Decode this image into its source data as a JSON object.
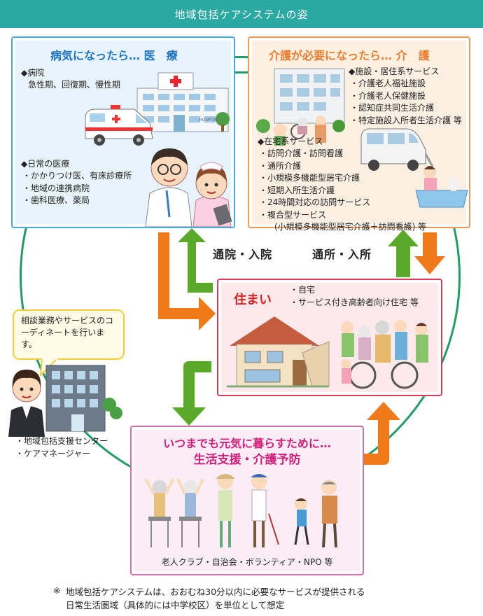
{
  "page_title": "地域包括ケアシステムの姿",
  "medical": {
    "title": "病気になったら… 医　療",
    "hospital_header": "◆病院",
    "hospital_items": "急性期、回復期、慢性期",
    "daily_header": "◆日常の医療",
    "daily_items": [
      "・かかりつけ医、有床診療所",
      "・地域の連携病院",
      "・歯科医療、薬局"
    ],
    "ambulance_label": "HOSPITAL"
  },
  "care": {
    "title": "介護が必要になったら… 介　護",
    "facility_header": "◆施設・居住系サービス",
    "facility_items": [
      "・介護老人福祉施設",
      "・介護老人保健施設",
      "・認知症共同生活介護",
      "・特定施設入所者生活介護 等"
    ],
    "home_header": "◆在宅系サービス",
    "home_items": [
      "・訪問介護・訪問看護",
      "・通所介護",
      "・小規模多機能型居宅介護",
      "・短期入所生活介護",
      "・24時間対応の訪問サービス",
      "・複合型サービス"
    ],
    "home_items_extra": "(小規模多機能型居宅介護＋訪問看護) 等"
  },
  "flows": {
    "left": "通院・入院",
    "right": "通所・入所"
  },
  "housing": {
    "title": "住まい",
    "items": [
      "・自宅",
      "・サービス付き高齢者向け住宅 等"
    ]
  },
  "center": {
    "bubble": "相談業務やサービスのコーディネートを行います。",
    "items": [
      "・地域包括支援センター",
      "・ケアマネージャー"
    ]
  },
  "prevention": {
    "title1": "いつまでも元気に暮らすために…",
    "title2": "生活支援・介護予防",
    "caption": "老人クラブ・自治会・ボランティア・NPO 等"
  },
  "footnote": {
    "mark": "※",
    "line1": "地域包括ケアシステムは、おおむね30分以内に必要なサービスが提供される",
    "line2": "日常生活圏域（具体的には中学校区）を単位として想定"
  },
  "colors": {
    "banner": "#2aa8a2",
    "circle": "#1f9d62",
    "medical_border": "#4aa8d8",
    "care_border": "#ee9a55",
    "home_border": "#d83e5c",
    "prevention_border": "#d06fb5",
    "arrow_orange": "#f07a1a",
    "arrow_green": "#5aaa2a"
  }
}
